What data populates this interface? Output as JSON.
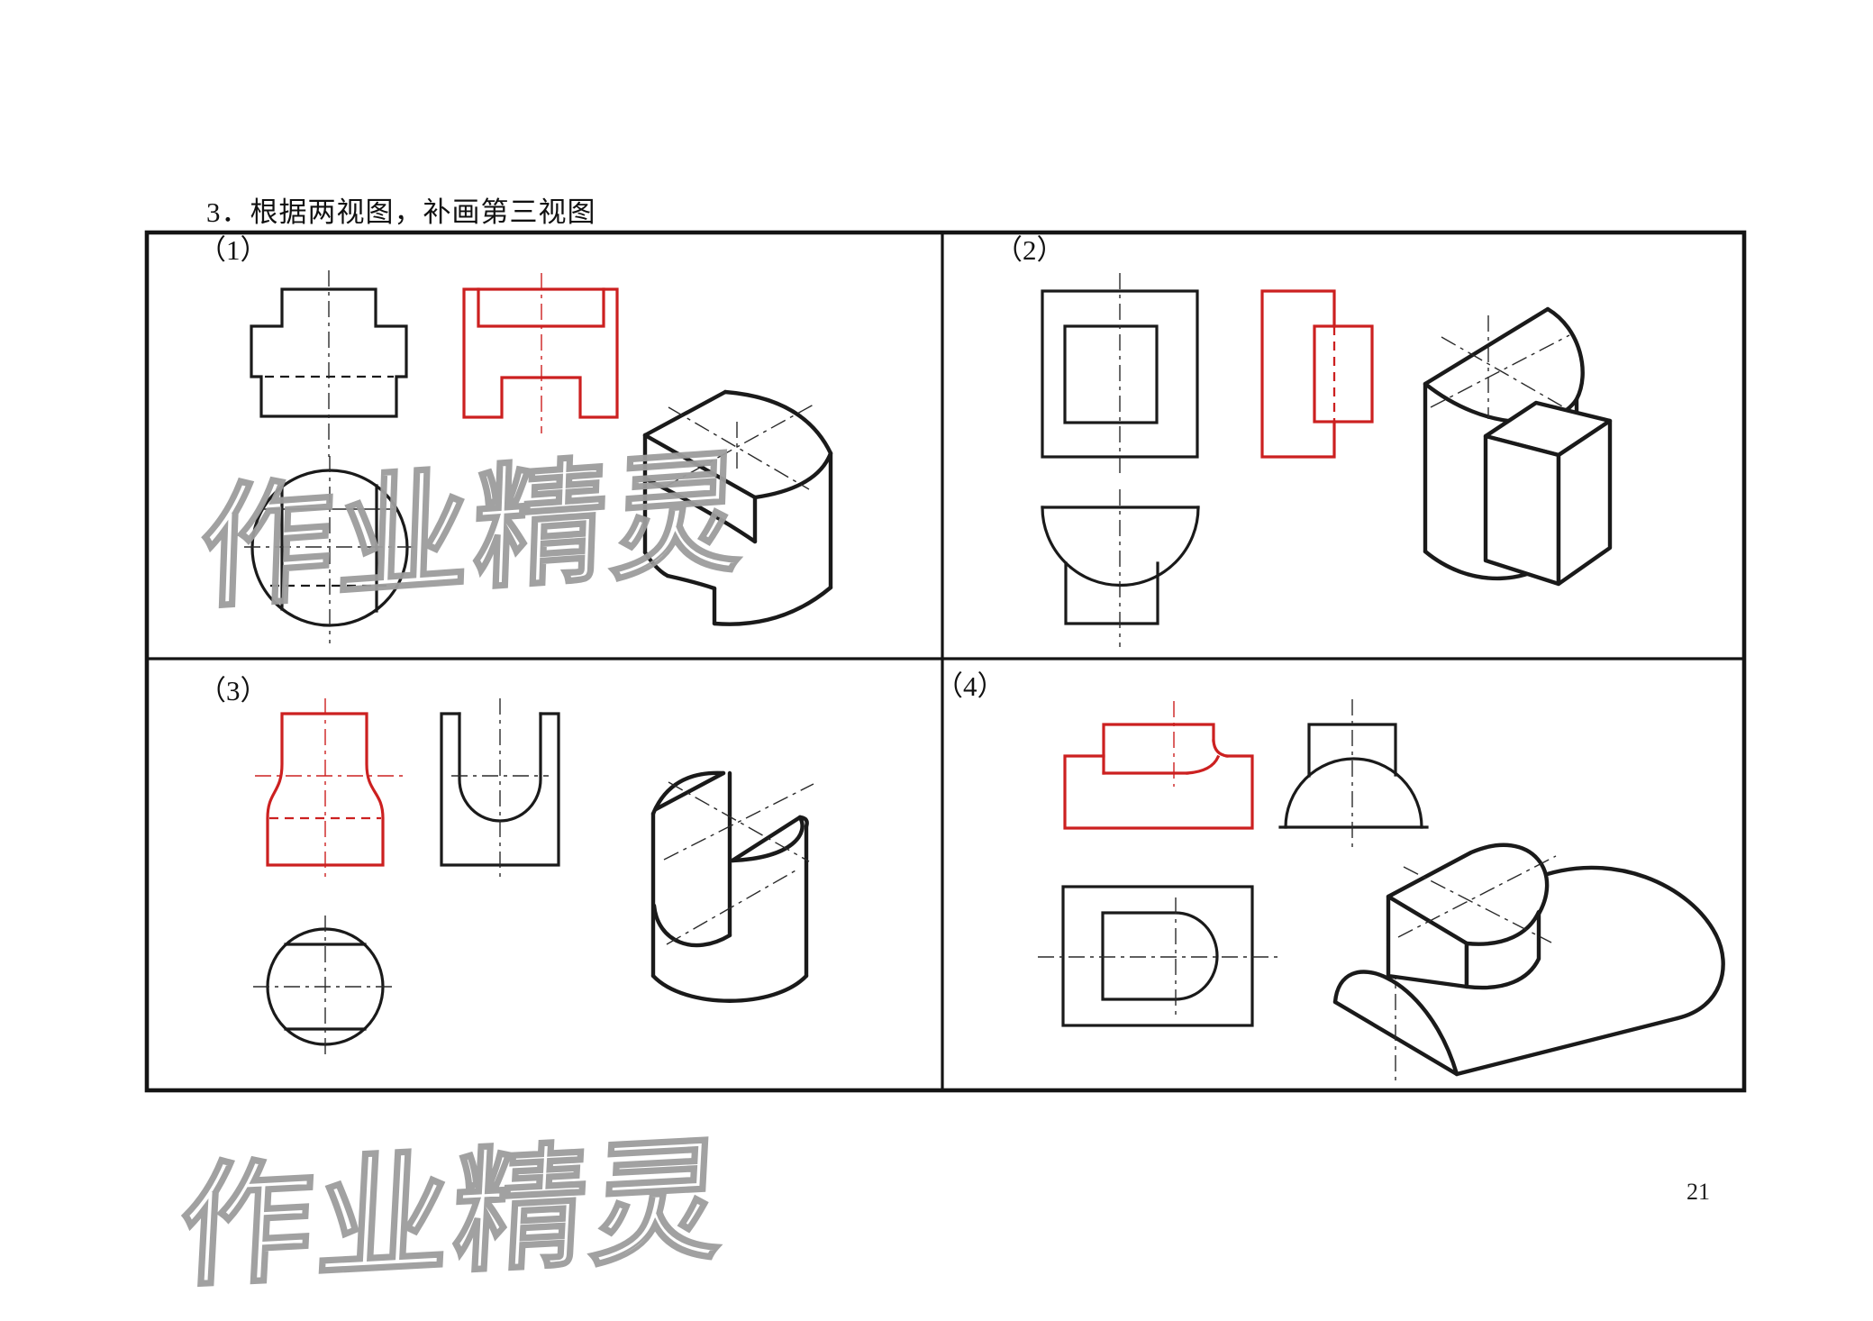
{
  "title": "3．根据两视图，补画第三视图",
  "page_number": "21",
  "watermark": {
    "text": "作业精灵"
  },
  "colors": {
    "line_black": "#1a1a1a",
    "answer_red": "#cc2020",
    "watermark_gray": "#9d9d9d",
    "paper_white": "#ffffff"
  },
  "cells": [
    {
      "label": "（1）"
    },
    {
      "label": "（2）"
    },
    {
      "label": "（3）"
    },
    {
      "label": "（4）"
    }
  ]
}
